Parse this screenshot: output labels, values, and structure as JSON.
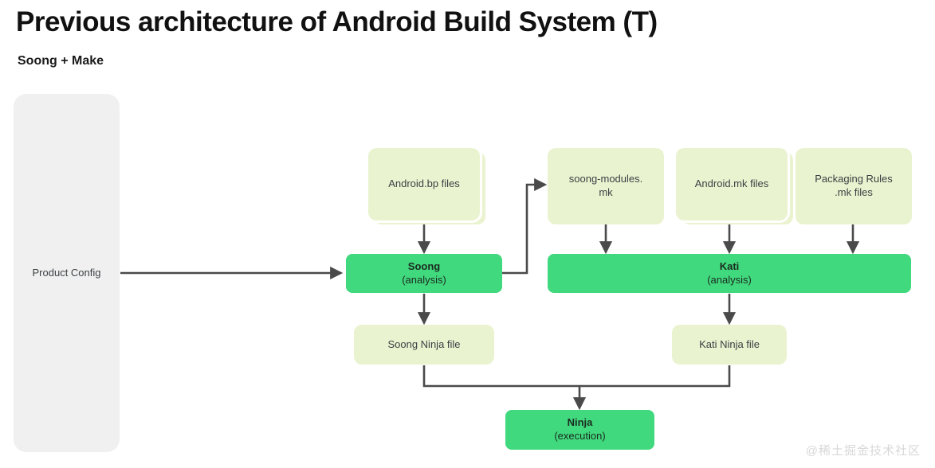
{
  "header": {
    "title": "Previous architecture of Android Build System (T)",
    "subtitle": "Soong + Make"
  },
  "nodes": {
    "product_config": {
      "label": "Product Config"
    },
    "android_bp": {
      "label": "Android.bp files"
    },
    "soong_modules": {
      "line1": "soong-modules.",
      "line2": "mk"
    },
    "android_mk": {
      "label": "Android.mk files"
    },
    "packaging_rules": {
      "line1": "Packaging Rules",
      "line2": ".mk files"
    },
    "soong": {
      "title": "Soong",
      "sub": "(analysis)"
    },
    "kati": {
      "title": "Kati",
      "sub": "(analysis)"
    },
    "soong_ninja_file": {
      "label": "Soong Ninja file"
    },
    "kati_ninja_file": {
      "label": "Kati Ninja file"
    },
    "ninja": {
      "title": "Ninja",
      "sub": "(execution)"
    }
  },
  "watermark": {
    "text": "@稀土掘金技术社区"
  },
  "colors": {
    "card_fill": "#EAF3D0",
    "green_fill": "#41D97E",
    "gray_fill": "#F0F0F0",
    "connector": "#4a4a4a",
    "title": "#111111"
  }
}
